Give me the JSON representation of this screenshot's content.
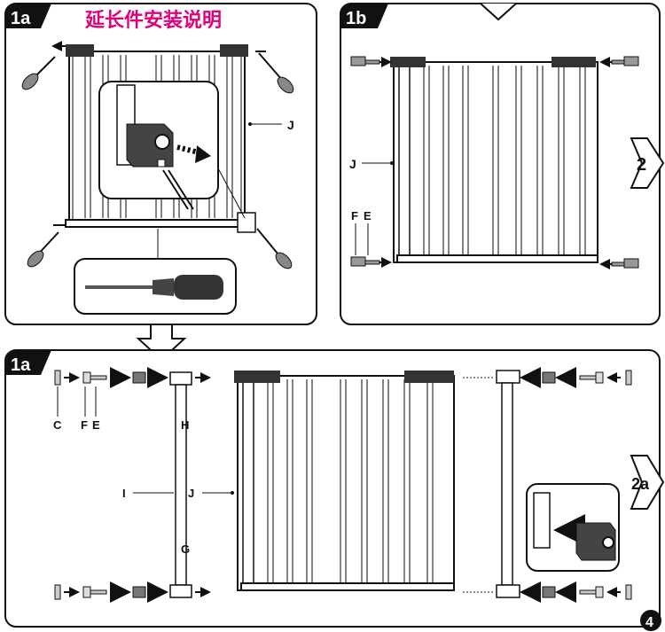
{
  "title": "延长件安装说明",
  "steps": {
    "a_top": "1a",
    "b_top": "1b",
    "a_bottom": "1a"
  },
  "next_steps": {
    "to_2": "2",
    "to_2a": "2a"
  },
  "page_number": "4",
  "labels": {
    "j_top_left": "J",
    "j_top_right": "J",
    "f_top_right": "F",
    "e_top_right": "E",
    "c": "C",
    "f": "F",
    "e": "E",
    "h": "H",
    "i": "I",
    "j_bottom": "J",
    "g": "G"
  }
}
